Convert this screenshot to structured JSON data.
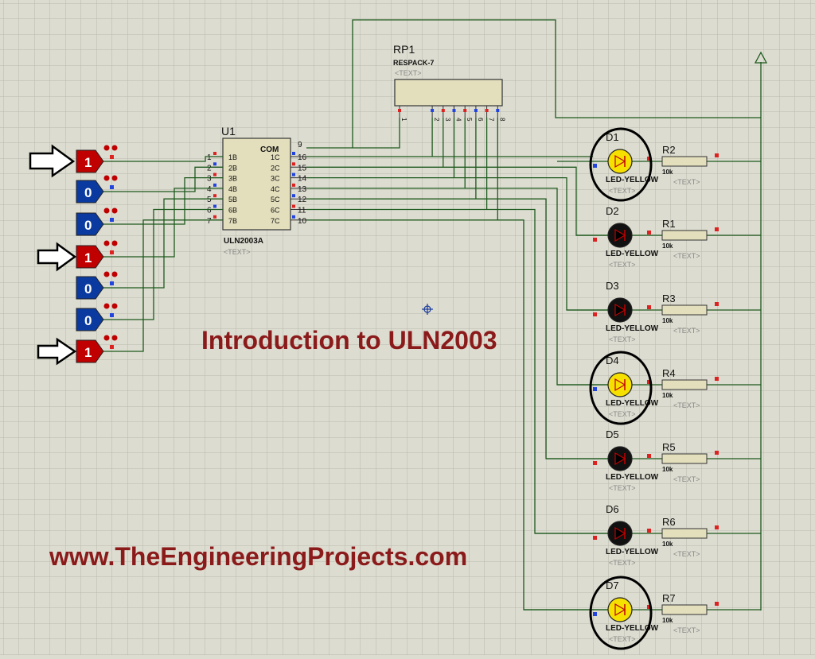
{
  "ic": {
    "ref": "U1",
    "part": "ULN2003A",
    "text": "<TEXT>",
    "com_label": "COM",
    "com_pin": "9",
    "left_pins": [
      {
        "num": "1",
        "label": "1B"
      },
      {
        "num": "2",
        "label": "2B"
      },
      {
        "num": "3",
        "label": "3B"
      },
      {
        "num": "4",
        "label": "4B"
      },
      {
        "num": "5",
        "label": "5B"
      },
      {
        "num": "6",
        "label": "6B"
      },
      {
        "num": "7",
        "label": "7B"
      }
    ],
    "right_pins": [
      {
        "num": "16",
        "label": "1C"
      },
      {
        "num": "15",
        "label": "2C"
      },
      {
        "num": "14",
        "label": "3C"
      },
      {
        "num": "13",
        "label": "4C"
      },
      {
        "num": "12",
        "label": "5C"
      },
      {
        "num": "11",
        "label": "6C"
      },
      {
        "num": "10",
        "label": "7C"
      }
    ]
  },
  "respack": {
    "ref": "RP1",
    "part": "RESPACK-7",
    "text": "<TEXT>",
    "pins": [
      "1",
      "2",
      "3",
      "4",
      "5",
      "6",
      "7",
      "8"
    ]
  },
  "inputs": [
    "1",
    "0",
    "0",
    "1",
    "0",
    "0",
    "1"
  ],
  "leds": [
    {
      "ref": "D1",
      "part": "LED-YELLOW",
      "text": "<TEXT>",
      "on": true
    },
    {
      "ref": "D2",
      "part": "LED-YELLOW",
      "text": "<TEXT>",
      "on": false
    },
    {
      "ref": "D3",
      "part": "LED-YELLOW",
      "text": "<TEXT>",
      "on": false
    },
    {
      "ref": "D4",
      "part": "LED-YELLOW",
      "text": "<TEXT>",
      "on": true
    },
    {
      "ref": "D5",
      "part": "LED-YELLOW",
      "text": "<TEXT>",
      "on": false
    },
    {
      "ref": "D6",
      "part": "LED-YELLOW",
      "text": "<TEXT>",
      "on": false
    },
    {
      "ref": "D7",
      "part": "LED-YELLOW",
      "text": "<TEXT>",
      "on": true
    }
  ],
  "resistors": [
    {
      "ref": "R2",
      "value": "10k",
      "text": "<TEXT>"
    },
    {
      "ref": "R1",
      "value": "10k",
      "text": "<TEXT>"
    },
    {
      "ref": "R3",
      "value": "10k",
      "text": "<TEXT>"
    },
    {
      "ref": "R4",
      "value": "10k",
      "text": "<TEXT>"
    },
    {
      "ref": "R5",
      "value": "10k",
      "text": "<TEXT>"
    },
    {
      "ref": "R6",
      "value": "10k",
      "text": "<TEXT>"
    },
    {
      "ref": "R7",
      "value": "10k",
      "text": "<TEXT>"
    }
  ],
  "title": "Introduction to ULN2003",
  "website": "www.TheEngineeringProjects.com",
  "colors": {
    "background": "#dcdcd0",
    "grid": "#b9b9ad",
    "wire": "#1e5a1e",
    "logic_high": "#c00000",
    "logic_low": "#0a3aa0",
    "led_on": "#f5e000",
    "led_off": "#111111",
    "title": "#8b1a1a"
  }
}
